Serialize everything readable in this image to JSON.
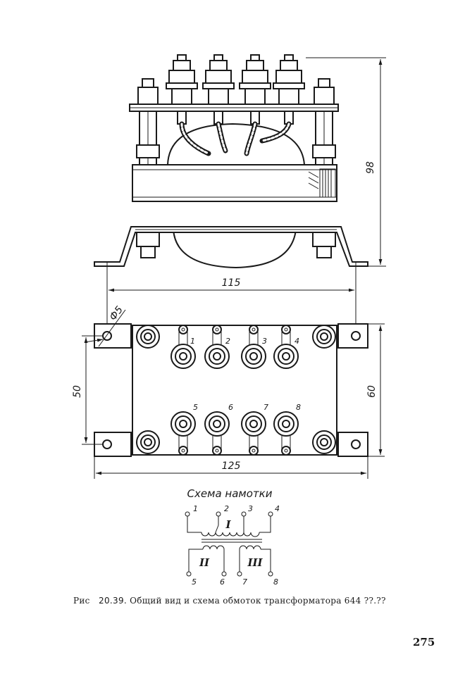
{
  "dimensions": {
    "total_height": "98",
    "mount_spacing": "115",
    "hole_diameter": "Ф5",
    "hole_spacing_height": "50",
    "plate_height": "60",
    "plate_width": "125"
  },
  "terminals": {
    "top": [
      "1",
      "2",
      "3",
      "4"
    ],
    "bottom": [
      "5",
      "6",
      "7",
      "8"
    ]
  },
  "schematic": {
    "title": "Схема намотки",
    "windings": [
      "I",
      "II",
      "III"
    ],
    "leads": [
      "1",
      "2",
      "3",
      "4",
      "5",
      "6",
      "7",
      "8"
    ]
  },
  "caption": {
    "prefix": "Рис",
    "number": "20.39.",
    "text": "Общий вид и схема обмоток трансформатора 644 ??.??"
  },
  "page_number": "275"
}
